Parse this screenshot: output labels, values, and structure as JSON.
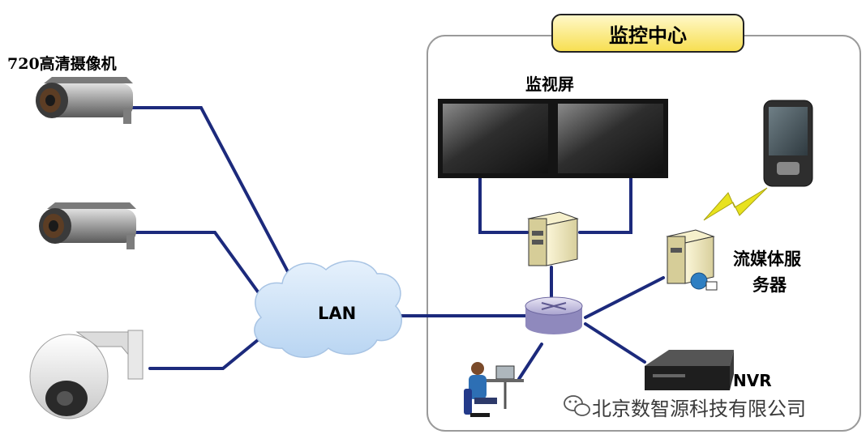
{
  "camera_label": "720高清摄像机",
  "lan_label": "LAN",
  "monitoring_center": {
    "title": "监控中心"
  },
  "monitor_label": "监视屏",
  "streaming_server_label": [
    "流媒体服",
    "务器"
  ],
  "nvr_label": "NVR",
  "watermark": {
    "text": "北京数智源科技有限公司",
    "icon": "wechat-icon"
  },
  "colors": {
    "line": "#1c2a7c",
    "panel_border": "#9a9a9a",
    "title_fill": "#f7df52",
    "cloud": "#cfe2f7",
    "lightning": "#e8e21e"
  }
}
